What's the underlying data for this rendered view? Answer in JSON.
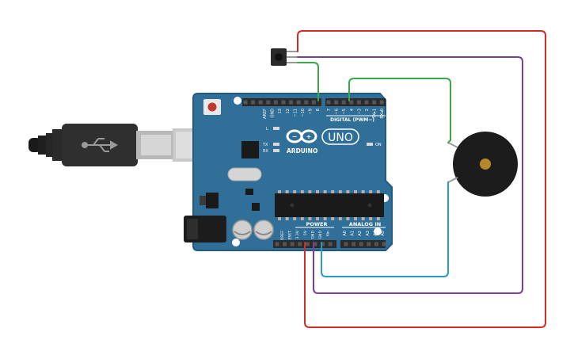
{
  "board": {
    "brand": "ARDUINO",
    "model": "UNO",
    "digital_label": "DIGITAL (PWM~)",
    "power_label": "POWER",
    "analog_label": "ANALOG IN",
    "on_label": "ON",
    "led_l": "L",
    "led_tx": "TX",
    "led_rx": "RX",
    "digital_pins": [
      "AREF",
      "GND",
      "13",
      "12",
      "~11",
      "~10",
      "~9",
      "8",
      "7",
      "~6",
      "~5",
      "4",
      "~3",
      "2",
      "TX▸1",
      "RX◂0"
    ],
    "power_pins": [
      "IOREF",
      "RESET",
      "3.3V",
      "5V",
      "GND",
      "GND",
      "Vin"
    ],
    "analog_pins": [
      "A0",
      "A1",
      "A2",
      "A3",
      "A4",
      "A5"
    ]
  },
  "components": {
    "usb_cable": "usb-cable",
    "ir_sensor": "ir-receiver",
    "buzzer": "piezo-buzzer"
  },
  "colors": {
    "board": "#2f6f98",
    "board_edge": "#245a80",
    "header": "#2b2b2b",
    "wire_red": "#d42a2a",
    "wire_purple": "#7b3f98",
    "wire_green": "#3aa84a",
    "wire_cyan": "#2b9ac4",
    "buzzer_body": "#1c1c1c",
    "buzzer_center": "#b5892a",
    "reset_button": "#c0392b"
  }
}
